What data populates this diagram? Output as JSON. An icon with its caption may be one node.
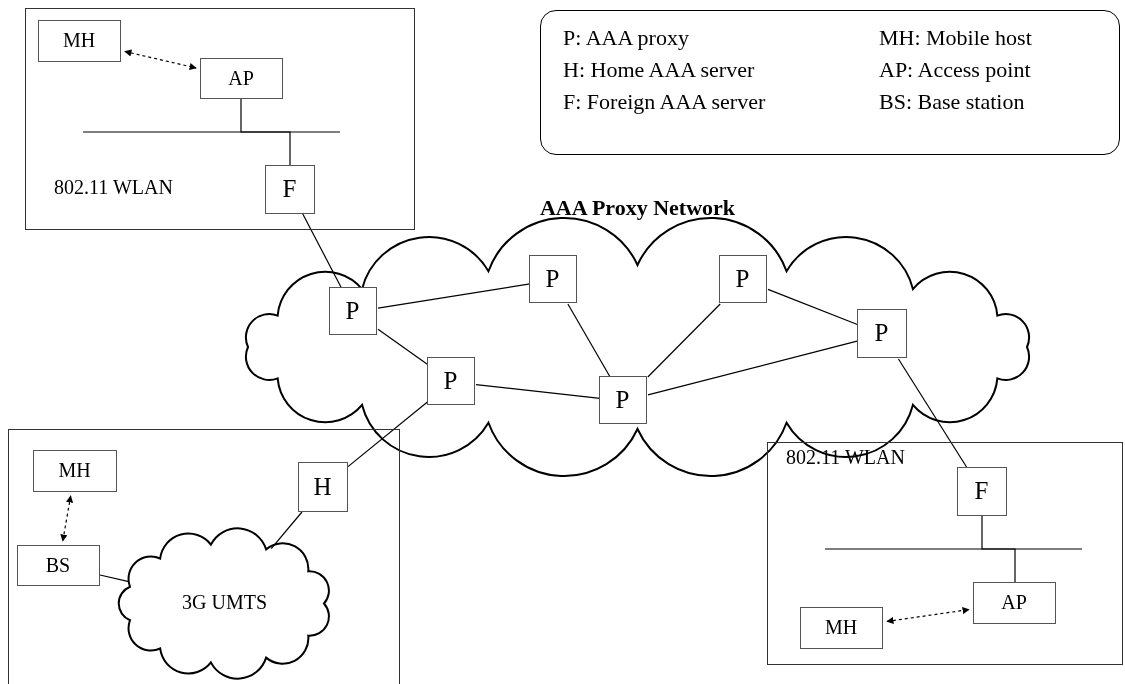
{
  "diagram": {
    "nodes": [
      {
        "text": [
          "802.11 WLAN"
        ]
      },
      {
        "text": [
          "MH"
        ],
        "in": 0
      },
      {
        "text": [
          "AP"
        ],
        "in": 0
      },
      {
        "text": [
          "F"
        ],
        "in": 0
      },
      {
        "text": [
          "AAA Proxy Network"
        ]
      },
      {
        "text": [
          "P"
        ],
        "in": 4
      },
      {
        "text": [
          "P"
        ],
        "in": 4
      },
      {
        "text": [
          "P"
        ],
        "in": 4
      },
      {
        "text": [
          "P"
        ],
        "in": 4
      },
      {
        "text": [
          "P"
        ],
        "in": 4
      },
      {
        "text": [
          "P"
        ],
        "in": 4
      },
      {
        "text": [],
        "shape": "box"
      },
      {
        "text": [
          "MH"
        ],
        "in": 11
      },
      {
        "text": [
          "H"
        ],
        "in": 11
      },
      {
        "text": [
          "BS"
        ],
        "in": 11
      },
      {
        "text": [
          "3G UMTS"
        ],
        "in": 11
      },
      {
        "text": [
          "802.11 WLAN"
        ]
      },
      {
        "text": [
          "F"
        ],
        "in": 16
      },
      {
        "text": [
          "AP"
        ],
        "in": 16
      },
      {
        "text": [
          "MH"
        ],
        "in": 16
      },
      {
        "text": [
          "P: AAA proxy",
          "H: Home AAA server",
          "F: Foreign AAA server",
          "MH: Mobile host",
          "AP: Access point",
          "BS: Base station"
        ]
      }
    ],
    "edges": [
      {
        "from": 1,
        "to": 2,
        "arrow": "both",
        "style": "dashed"
      },
      {
        "from": 2,
        "to": 3,
        "arrow": "none"
      },
      {
        "from": 3,
        "to": 5,
        "arrow": "none"
      },
      {
        "from": 5,
        "to": 6,
        "arrow": "none"
      },
      {
        "from": 5,
        "to": 9,
        "arrow": "none"
      },
      {
        "from": 6,
        "to": 10,
        "arrow": "none"
      },
      {
        "from": 7,
        "to": 10,
        "arrow": "none"
      },
      {
        "from": 7,
        "to": 8,
        "arrow": "none"
      },
      {
        "from": 9,
        "to": 10,
        "arrow": "none"
      },
      {
        "from": 10,
        "to": 8,
        "arrow": "none"
      },
      {
        "from": 8,
        "to": 17,
        "arrow": "none"
      },
      {
        "from": 9,
        "to": 13,
        "arrow": "none"
      },
      {
        "from": 13,
        "to": 15,
        "arrow": "none"
      },
      {
        "from": 14,
        "to": 15,
        "arrow": "none"
      },
      {
        "from": 12,
        "to": 14,
        "arrow": "both",
        "style": "dashed"
      },
      {
        "from": 17,
        "to": 18,
        "arrow": "none"
      },
      {
        "from": 19,
        "to": 18,
        "arrow": "both",
        "style": "dashed"
      }
    ]
  }
}
